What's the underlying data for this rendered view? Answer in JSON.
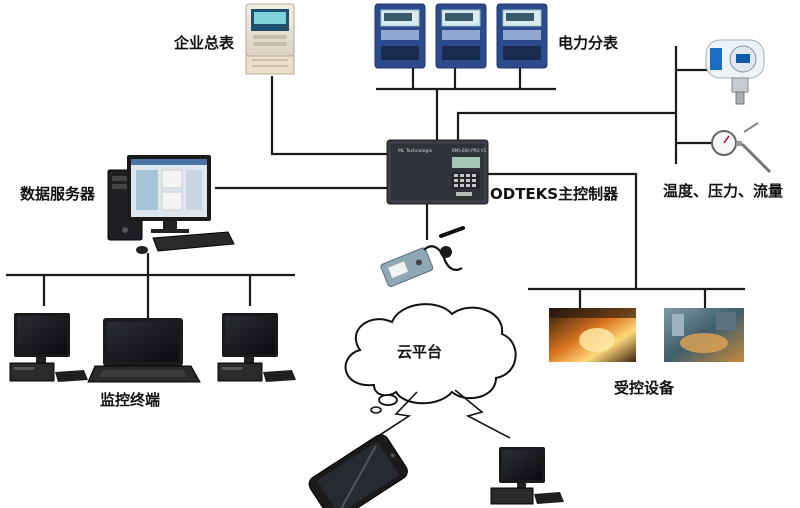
{
  "labels": {
    "enterprise_meter": "企业总表",
    "power_submeter": "电力分表",
    "data_server": "数据服务器",
    "controller": "ODTEKS主控制器",
    "sensors": "温度、压力、流量",
    "monitor_terminal": "监控终端",
    "cloud": "云平台",
    "controlled_equipment": "受控设备"
  },
  "device_text": {
    "controller_brand": "ML Technologie",
    "controller_model": "BMS-800-PRO V1"
  },
  "icons": {
    "enterprise_meter": "din-rail-energy-meter",
    "power_submeter": "blue-energy-meter",
    "data_server": "desktop-tower-computer",
    "controller": "industrial-controller-box",
    "gsm_module": "wireless-modem-with-antenna",
    "sensors": [
      "pressure-transmitter",
      "bimetal-thermometer"
    ],
    "monitor_terminal": [
      "lcd-monitor-workstation",
      "laptop",
      "lcd-monitor-workstation"
    ],
    "cloud": "cloud-shape",
    "controlled_equipment": [
      "furnace-photo",
      "industrial-machine-photo"
    ],
    "cloud_clients": [
      "smartphone",
      "lcd-monitor-workstation"
    ]
  }
}
